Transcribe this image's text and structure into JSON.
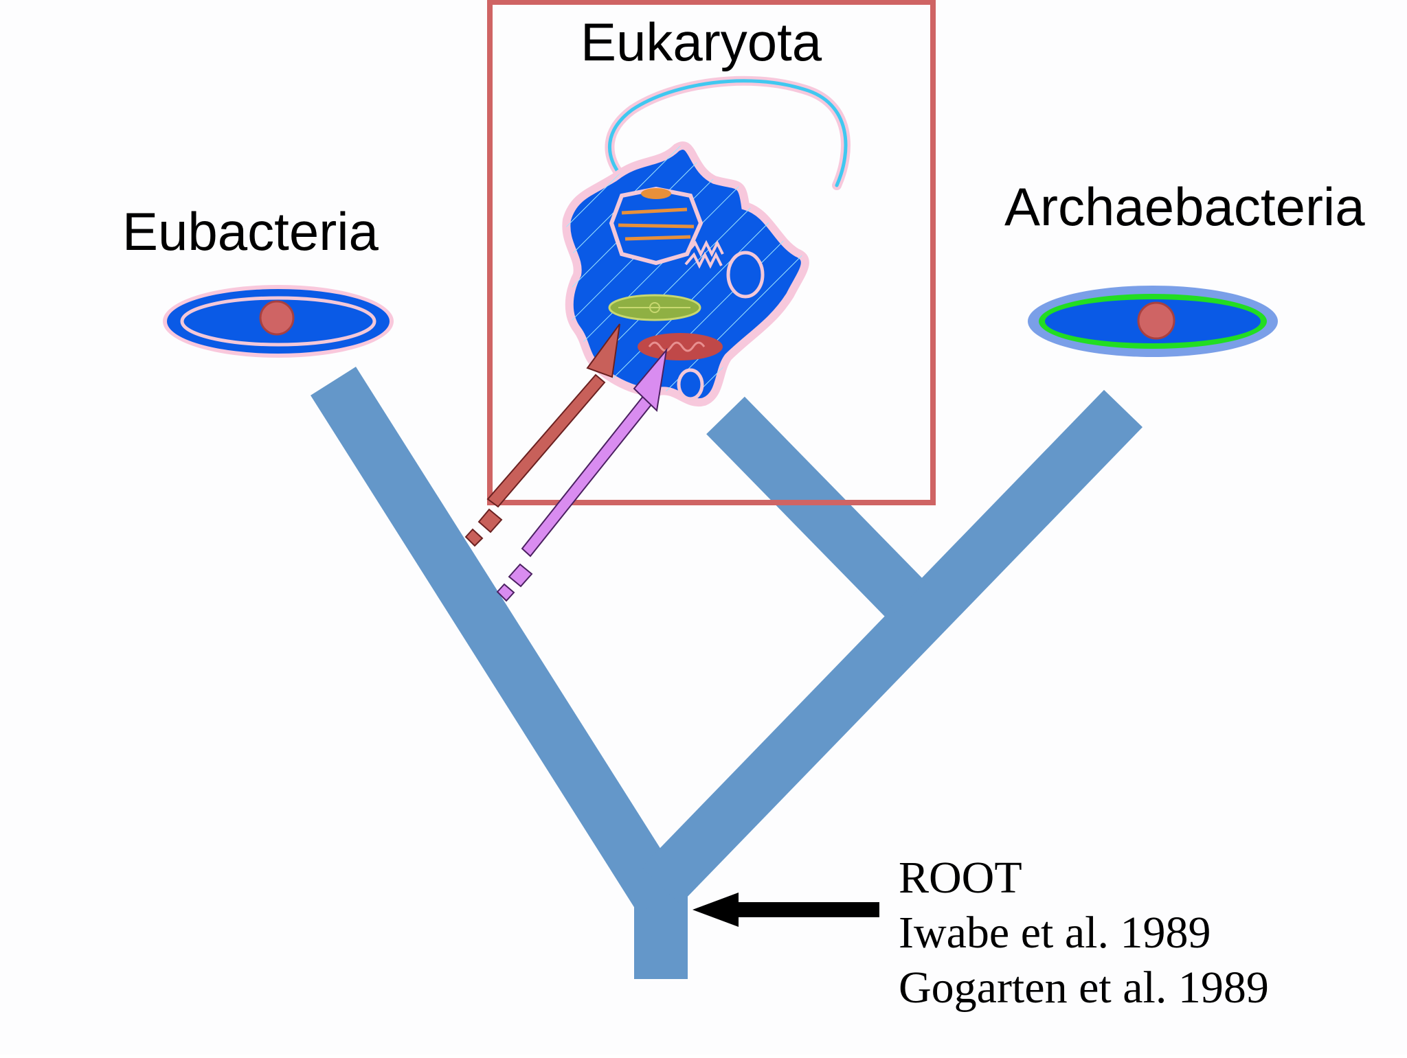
{
  "labels": {
    "eukaryota": "Eukaryota",
    "eubacteria": "Eubacteria",
    "archaebacteria": "Archaebacteria"
  },
  "root_annotation": {
    "title": "ROOT",
    "ref1": "Iwabe et al. 1989",
    "ref2": "Gogarten et al. 1989"
  },
  "colors": {
    "tree": "#6497c9",
    "highlight_box": "#cf6464",
    "cell_fill": "#0a5ae6",
    "nucleus": "#cf6464",
    "archaea_membrane": "#22dd22",
    "mitochondria_arrow": "#c8605a",
    "chloroplast_arrow": "#d98cf0",
    "root_arrow": "#000000"
  },
  "icons": {
    "eubacteria_cell": "bacterium-cell-icon",
    "archaea_cell": "archaeon-cell-icon",
    "eukaryote_cell": "eukaryotic-cell-icon"
  }
}
